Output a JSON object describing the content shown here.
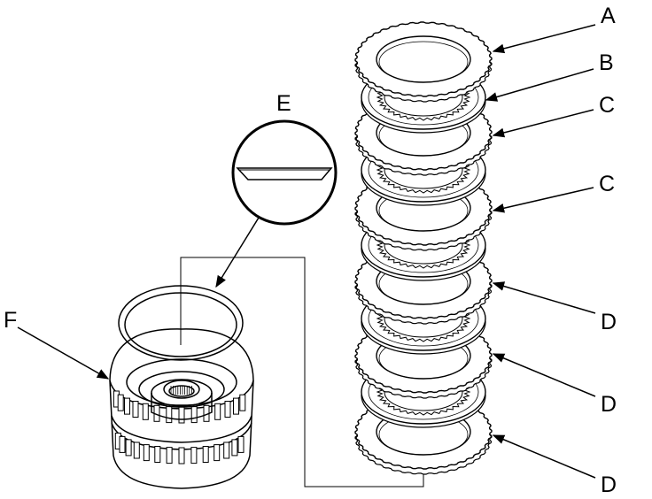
{
  "labels": {
    "a": "A",
    "b": "B",
    "c1": "C",
    "c2": "C",
    "d1": "D",
    "d2": "D",
    "d3": "D",
    "e": "E",
    "f": "F"
  }
}
